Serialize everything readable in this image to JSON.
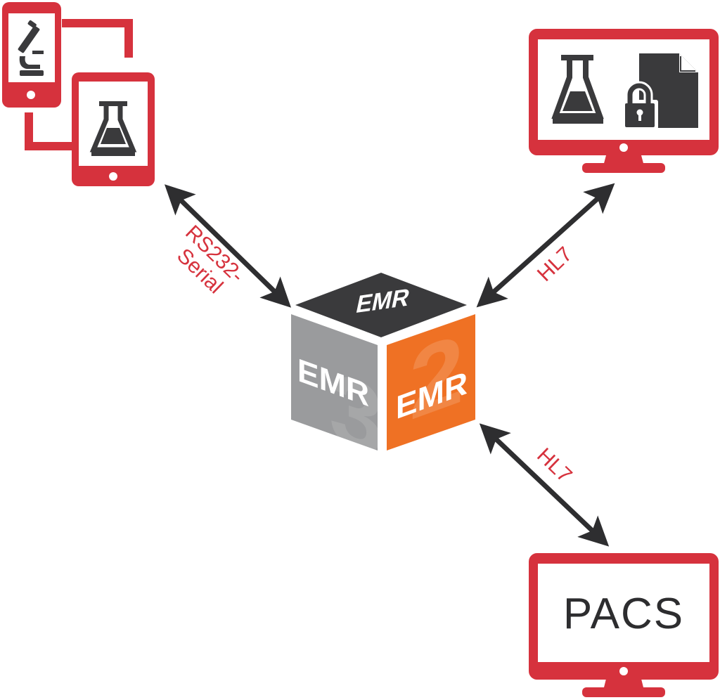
{
  "colors": {
    "device_red": "#d6323d",
    "icon_dark": "#3a3a3c",
    "arrow_dark": "#2e2e30",
    "cube_top": "#3a3a3c",
    "cube_left": "#9a9b9d",
    "cube_right": "#ef7124",
    "label_red": "#d6323d"
  },
  "nodes": {
    "lab_devices": {
      "icons": [
        "microscope-icon",
        "flask-icon"
      ]
    },
    "lab_system": {
      "icons": [
        "flask-icon",
        "lock-icon",
        "document-icon"
      ]
    },
    "emr_cube": {
      "top_label": "EMR",
      "left_label": "EMR",
      "right_label": "EMR",
      "left_numeral": "3",
      "right_numeral": "2"
    },
    "pacs": {
      "label": "PACS"
    }
  },
  "edges": [
    {
      "from": "lab_devices",
      "to": "emr_cube",
      "label_line1": "RS232-",
      "label_line2": "Serial",
      "bidirectional": true
    },
    {
      "from": "lab_system",
      "to": "emr_cube",
      "label": "HL7",
      "bidirectional": true
    },
    {
      "from": "emr_cube",
      "to": "pacs",
      "label": "HL7",
      "bidirectional": true
    }
  ]
}
